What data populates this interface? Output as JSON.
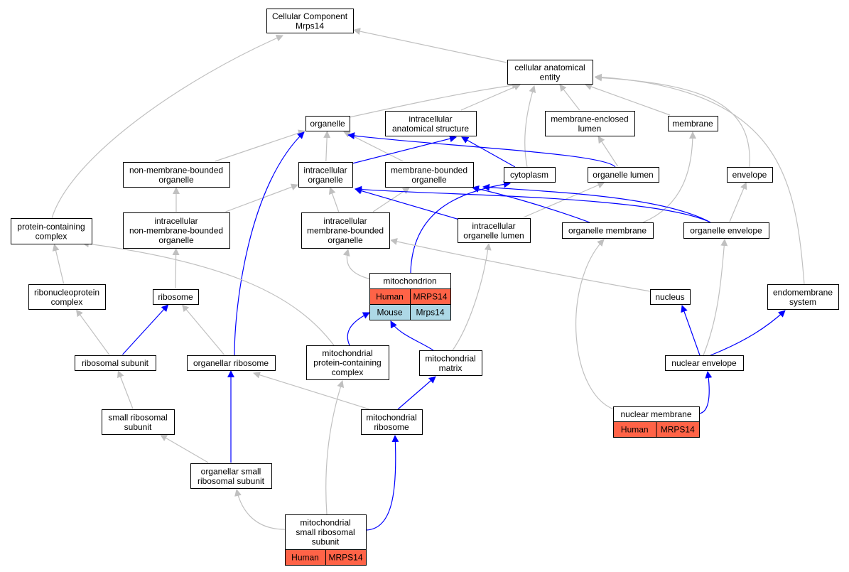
{
  "colors": {
    "human": "#ff6347",
    "mouse": "#add8e6",
    "is_a_edge": "#c0c0c0",
    "part_of_edge": "#0000ff"
  },
  "nodes": [
    {
      "id": "cc",
      "lines": [
        "Cellular Component",
        "Mrps14"
      ]
    },
    {
      "id": "cae",
      "lines": [
        "cellular anatomical",
        "entity"
      ]
    },
    {
      "id": "organelle",
      "lines": [
        "organelle"
      ]
    },
    {
      "id": "ias",
      "lines": [
        "intracellular",
        "anatomical structure"
      ]
    },
    {
      "id": "mel",
      "lines": [
        "membrane-enclosed",
        "lumen"
      ]
    },
    {
      "id": "membrane",
      "lines": [
        "membrane"
      ]
    },
    {
      "id": "nmbo",
      "lines": [
        "non-membrane-bounded",
        "organelle"
      ]
    },
    {
      "id": "io",
      "lines": [
        "intracellular",
        "organelle"
      ]
    },
    {
      "id": "mbo",
      "lines": [
        "membrane-bounded",
        "organelle"
      ]
    },
    {
      "id": "cytoplasm",
      "lines": [
        "cytoplasm"
      ]
    },
    {
      "id": "olumen",
      "lines": [
        "organelle lumen"
      ]
    },
    {
      "id": "envelope",
      "lines": [
        "envelope"
      ]
    },
    {
      "id": "pcc",
      "lines": [
        "protein-containing",
        "complex"
      ]
    },
    {
      "id": "inmbo",
      "lines": [
        "intracellular",
        "non-membrane-bounded",
        "organelle"
      ]
    },
    {
      "id": "imbo",
      "lines": [
        "intracellular",
        "membrane-bounded",
        "organelle"
      ]
    },
    {
      "id": "iol",
      "lines": [
        "intracellular",
        "organelle lumen"
      ]
    },
    {
      "id": "omem",
      "lines": [
        "organelle membrane"
      ]
    },
    {
      "id": "oenv",
      "lines": [
        "organelle envelope"
      ]
    },
    {
      "id": "rnp",
      "lines": [
        "ribonucleoprotein",
        "complex"
      ]
    },
    {
      "id": "ribosome",
      "lines": [
        "ribosome"
      ]
    },
    {
      "id": "mito",
      "lines": [
        "mitochondrion"
      ],
      "rows": [
        [
          "Human",
          "MRPS14"
        ],
        [
          "Mouse",
          "Mrps14"
        ]
      ]
    },
    {
      "id": "nucleus",
      "lines": [
        "nucleus"
      ]
    },
    {
      "id": "endo",
      "lines": [
        "endomembrane",
        "system"
      ]
    },
    {
      "id": "rsub",
      "lines": [
        "ribosomal subunit"
      ]
    },
    {
      "id": "orib",
      "lines": [
        "organellar ribosome"
      ]
    },
    {
      "id": "mpcc",
      "lines": [
        "mitochondrial",
        "protein-containing",
        "complex"
      ]
    },
    {
      "id": "mmatrix",
      "lines": [
        "mitochondrial",
        "matrix"
      ]
    },
    {
      "id": "nenv",
      "lines": [
        "nuclear envelope"
      ]
    },
    {
      "id": "srs",
      "lines": [
        "small ribosomal",
        "subunit"
      ]
    },
    {
      "id": "mrib",
      "lines": [
        "mitochondrial",
        "ribosome"
      ]
    },
    {
      "id": "nmem",
      "lines": [
        "nuclear membrane"
      ],
      "rows": [
        [
          "Human",
          "MRPS14"
        ]
      ]
    },
    {
      "id": "osrs",
      "lines": [
        "organellar small",
        "ribosomal subunit"
      ]
    },
    {
      "id": "msrs",
      "lines": [
        "mitochondrial",
        "small ribosomal",
        "subunit"
      ],
      "rows": [
        [
          "Human",
          "MRPS14"
        ]
      ]
    }
  ],
  "edges": [
    [
      "cae",
      "cc",
      "is_a"
    ],
    [
      "pcc",
      "cc",
      "is_a"
    ],
    [
      "organelle",
      "cae",
      "is_a"
    ],
    [
      "ias",
      "cae",
      "is_a"
    ],
    [
      "mel",
      "cae",
      "is_a"
    ],
    [
      "membrane",
      "cae",
      "is_a"
    ],
    [
      "cytoplasm",
      "cae",
      "is_a"
    ],
    [
      "envelope",
      "cae",
      "is_a"
    ],
    [
      "endo",
      "cae",
      "is_a"
    ],
    [
      "nmbo",
      "organelle",
      "is_a"
    ],
    [
      "io",
      "organelle",
      "is_a"
    ],
    [
      "mbo",
      "organelle",
      "is_a"
    ],
    [
      "io",
      "ias",
      "part_of"
    ],
    [
      "cytoplasm",
      "ias",
      "part_of"
    ],
    [
      "olumen",
      "organelle",
      "part_of"
    ],
    [
      "olumen",
      "mel",
      "is_a"
    ],
    [
      "omem",
      "membrane",
      "is_a"
    ],
    [
      "oenv",
      "envelope",
      "is_a"
    ],
    [
      "inmbo",
      "nmbo",
      "is_a"
    ],
    [
      "inmbo",
      "io",
      "is_a"
    ],
    [
      "imbo",
      "io",
      "is_a"
    ],
    [
      "imbo",
      "mbo",
      "is_a"
    ],
    [
      "iol",
      "io",
      "part_of"
    ],
    [
      "iol",
      "olumen",
      "is_a"
    ],
    [
      "omem",
      "mbo",
      "part_of"
    ],
    [
      "oenv",
      "io",
      "part_of"
    ],
    [
      "oenv",
      "mbo",
      "part_of"
    ],
    [
      "rnp",
      "pcc",
      "is_a"
    ],
    [
      "ribosome",
      "inmbo",
      "is_a"
    ],
    [
      "mito",
      "imbo",
      "is_a"
    ],
    [
      "mito",
      "cytoplasm",
      "part_of"
    ],
    [
      "nucleus",
      "imbo",
      "is_a"
    ],
    [
      "rsub",
      "rnp",
      "is_a"
    ],
    [
      "rsub",
      "ribosome",
      "part_of"
    ],
    [
      "orib",
      "ribosome",
      "is_a"
    ],
    [
      "orib",
      "organelle",
      "part_of"
    ],
    [
      "mpcc",
      "pcc",
      "is_a"
    ],
    [
      "mpcc",
      "mito",
      "part_of"
    ],
    [
      "mmatrix",
      "mito",
      "part_of"
    ],
    [
      "mmatrix",
      "iol",
      "is_a"
    ],
    [
      "nenv",
      "nucleus",
      "part_of"
    ],
    [
      "nenv",
      "oenv",
      "is_a"
    ],
    [
      "nenv",
      "endo",
      "part_of"
    ],
    [
      "srs",
      "rsub",
      "is_a"
    ],
    [
      "mrib",
      "orib",
      "is_a"
    ],
    [
      "mrib",
      "mmatrix",
      "part_of"
    ],
    [
      "nmem",
      "omem",
      "is_a"
    ],
    [
      "nmem",
      "nenv",
      "part_of"
    ],
    [
      "osrs",
      "srs",
      "is_a"
    ],
    [
      "osrs",
      "orib",
      "part_of"
    ],
    [
      "msrs",
      "osrs",
      "is_a"
    ],
    [
      "msrs",
      "mpcc",
      "is_a"
    ],
    [
      "msrs",
      "mrib",
      "part_of"
    ]
  ]
}
